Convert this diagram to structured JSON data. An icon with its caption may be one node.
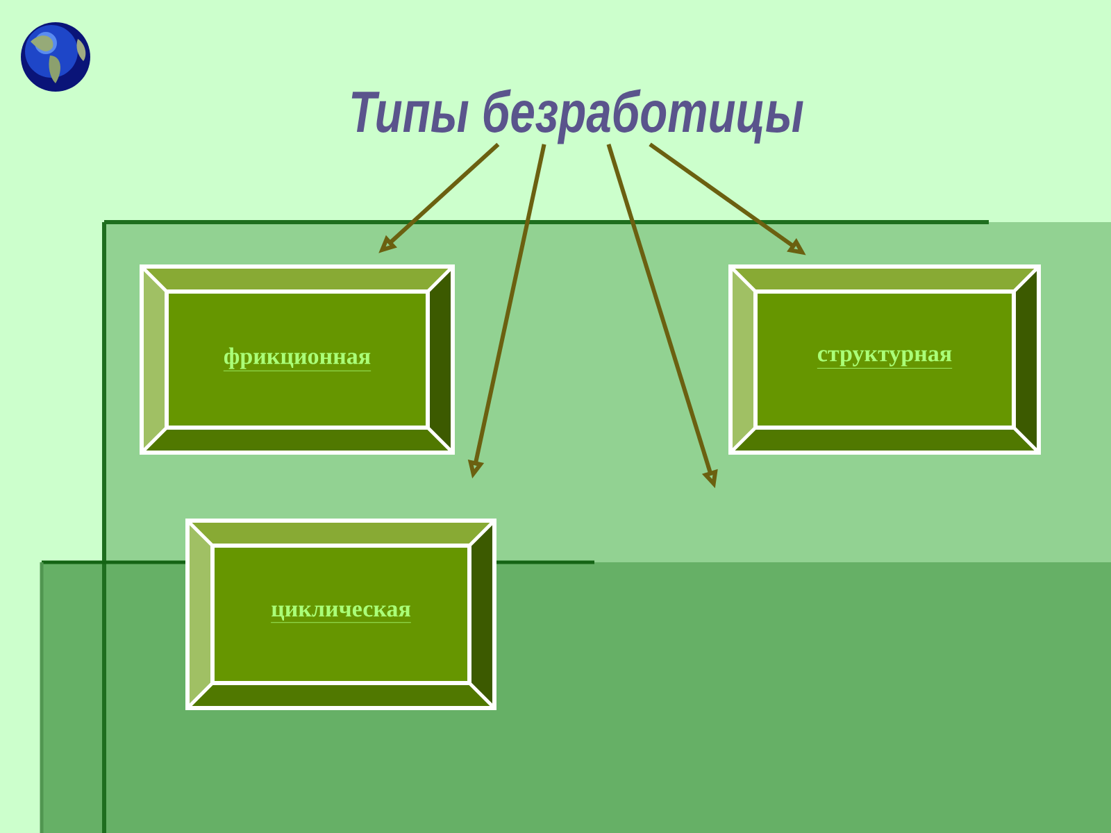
{
  "diagram": {
    "nodes": [
      {
        "text": [
          "Типы безработицы"
        ]
      },
      {
        "text": [
          "фрикционная"
        ]
      },
      {
        "text": [
          "структурная"
        ]
      },
      {
        "text": [
          "циклическая"
        ]
      }
    ],
    "edges": [
      {
        "from": 0,
        "to": 1,
        "arrow": "to"
      },
      {
        "from": 0,
        "to": null,
        "arrow": "to"
      },
      {
        "from": 0,
        "to": null,
        "arrow": "to"
      },
      {
        "from": 0,
        "to": 2,
        "arrow": "to"
      }
    ]
  }
}
